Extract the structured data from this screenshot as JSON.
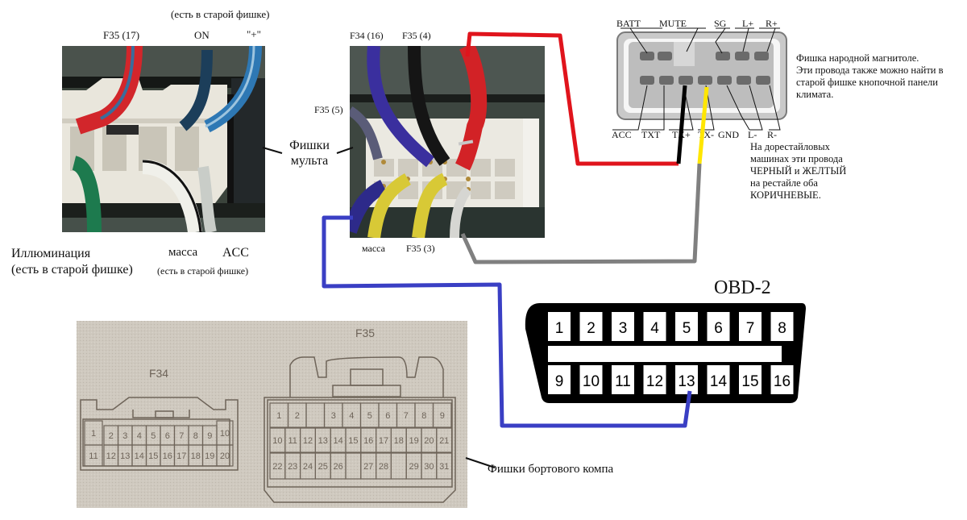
{
  "left_connector": {
    "labels_top": {
      "old_connector_note": "(есть в старой фишке)",
      "f35_17": "F35 (17)",
      "on": "ON",
      "plus": "\"+\""
    },
    "labels_bottom": {
      "illumination": "Иллюминация",
      "illumination_note": "(есть в старой фишке)",
      "ground": "масса",
      "acc": "ACC",
      "ground_acc_note": "(есть в старой фишке)"
    }
  },
  "mult_connectors_label_line1": "Фишки",
  "mult_connectors_label_line2": "мульта",
  "right_connector": {
    "labels_top": {
      "f34_16": "F34 (16)",
      "f35_4": "F35 (4)"
    },
    "label_left": "F35 (5)",
    "labels_bottom": {
      "ground": "масса",
      "f35_3": "F35 (3)"
    }
  },
  "head_unit_connector": {
    "top_pins": [
      "BATT",
      "MUTE",
      "SG",
      "L+",
      "R+"
    ],
    "bottom_pins": [
      "ACC",
      "TXT",
      "TX+",
      "TX-",
      "GND",
      "L-",
      "R-"
    ],
    "description": [
      "Фишка народной магнитоле.",
      "Эти провода также можно найти в",
      "старой фишке кнопочной панели",
      "климата."
    ],
    "restyle_note": [
      "На дорестайловых",
      "машинах эти провода",
      "ЧЕРНЫЙ и ЖЕЛТЫЙ",
      "на рестайле оба",
      "КОРИЧНЕВЫЕ."
    ]
  },
  "obd2": {
    "title": "OBD-2",
    "top_row": [
      "1",
      "2",
      "3",
      "4",
      "5",
      "6",
      "7",
      "8"
    ],
    "bottom_row": [
      "9",
      "10",
      "11",
      "12",
      "13",
      "14",
      "15",
      "16"
    ],
    "connected_pin": "13"
  },
  "trip_computer": {
    "label": "Фишки бортового компа",
    "f34": {
      "title": "F34",
      "row1": [
        "1",
        "2",
        "3",
        "4",
        "5",
        "6",
        "7",
        "8",
        "9",
        "10"
      ],
      "row2": [
        "11",
        "12",
        "13",
        "14",
        "15",
        "16",
        "17",
        "18",
        "19",
        "20"
      ]
    },
    "f35": {
      "title": "F35",
      "row1": [
        "1",
        "2",
        "",
        "3",
        "4",
        "5",
        "6",
        "7",
        "8",
        "9"
      ],
      "row2": [
        "10",
        "11",
        "12",
        "13",
        "14",
        "15",
        "16",
        "17",
        "18",
        "19",
        "20",
        "21"
      ],
      "row3": [
        "22",
        "23",
        "24",
        "25",
        "26",
        "",
        "27",
        "28",
        "",
        "29",
        "30",
        "31"
      ]
    }
  },
  "wire_colors": {
    "red": "#e0141c",
    "black": "#000000",
    "yellow": "#ffe600",
    "gray": "#808080",
    "blue": "#3a3fc4"
  }
}
